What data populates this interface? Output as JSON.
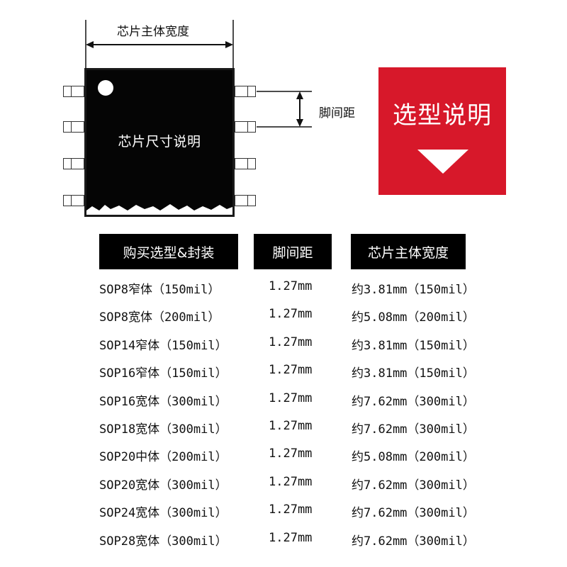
{
  "diagram": {
    "body_width_label": "芯片主体宽度",
    "pin_pitch_label": "脚间距",
    "chip_label": "芯片尺寸说明"
  },
  "banner": {
    "title": "选型说明",
    "color": "#d7182a",
    "icon": "triangle-down-icon"
  },
  "table": {
    "headers": [
      "购买选型&封装",
      "脚间距",
      "芯片主体宽度"
    ],
    "rows": [
      [
        "SOP8窄体（150mil）",
        "1.27mm",
        "约3.81mm（150mil）"
      ],
      [
        "SOP8宽体（200mil）",
        "1.27mm",
        "约5.08mm（200mil）"
      ],
      [
        "SOP14窄体（150mil）",
        "1.27mm",
        "约3.81mm（150mil）"
      ],
      [
        "SOP16窄体（150mil）",
        "1.27mm",
        "约3.81mm（150mil）"
      ],
      [
        "SOP16宽体（300mil）",
        "1.27mm",
        "约7.62mm（300mil）"
      ],
      [
        "SOP18宽体（300mil）",
        "1.27mm",
        "约7.62mm（300mil）"
      ],
      [
        "SOP20中体（200mil）",
        "1.27mm",
        "约5.08mm（200mil）"
      ],
      [
        "SOP20宽体（300mil）",
        "1.27mm",
        "约7.62mm（300mil）"
      ],
      [
        "SOP24宽体（300mil）",
        "1.27mm",
        "约7.62mm（300mil）"
      ],
      [
        "SOP28宽体（300mil）",
        "1.27mm",
        "约7.62mm（300mil）"
      ]
    ]
  }
}
